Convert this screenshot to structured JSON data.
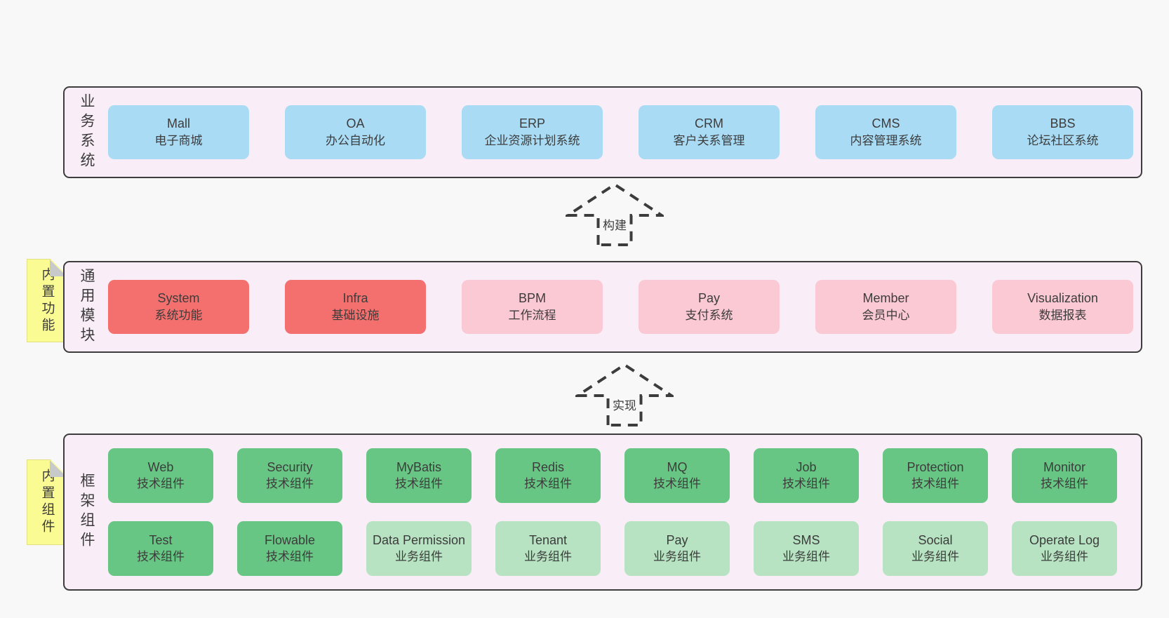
{
  "colors": {
    "page-bg": "#f8f8f8",
    "panel-bg": "#f9edf7",
    "panel-border": "#3d3d3d",
    "blue": "#a9dbf4",
    "red": "#f3706e",
    "pink": "#fbc9d3",
    "green": "#68c684",
    "green-light": "#b7e3c2",
    "note-bg": "#fbfb94",
    "note-fold": "#c8c9cb",
    "text": "#3c3c3c"
  },
  "arrows": {
    "build": "构建",
    "implement": "实现"
  },
  "business_layer": {
    "label": "业务系统",
    "boxes": [
      {
        "title": "Mall",
        "subtitle": "电子商城"
      },
      {
        "title": "OA",
        "subtitle": "办公自动化"
      },
      {
        "title": "ERP",
        "subtitle": "企业资源计划系统"
      },
      {
        "title": "CRM",
        "subtitle": "客户关系管理"
      },
      {
        "title": "CMS",
        "subtitle": "内容管理系统"
      },
      {
        "title": "BBS",
        "subtitle": "论坛社区系统"
      }
    ]
  },
  "module_layer": {
    "label": "通用模块",
    "note": "内置功能",
    "boxes": [
      {
        "title": "System",
        "subtitle": "系统功能"
      },
      {
        "title": "Infra",
        "subtitle": "基础设施"
      },
      {
        "title": "BPM",
        "subtitle": "工作流程"
      },
      {
        "title": "Pay",
        "subtitle": "支付系统"
      },
      {
        "title": "Member",
        "subtitle": "会员中心"
      },
      {
        "title": "Visualization",
        "subtitle": "数据报表"
      }
    ]
  },
  "component_layer": {
    "label": "框架组件",
    "note": "内置组件",
    "row1": [
      {
        "title": "Web",
        "subtitle": "技术组件"
      },
      {
        "title": "Security",
        "subtitle": "技术组件"
      },
      {
        "title": "MyBatis",
        "subtitle": "技术组件"
      },
      {
        "title": "Redis",
        "subtitle": "技术组件"
      },
      {
        "title": "MQ",
        "subtitle": "技术组件"
      },
      {
        "title": "Job",
        "subtitle": "技术组件"
      },
      {
        "title": "Protection",
        "subtitle": "技术组件"
      },
      {
        "title": "Monitor",
        "subtitle": "技术组件"
      }
    ],
    "row2": [
      {
        "title": "Test",
        "subtitle": "技术组件"
      },
      {
        "title": "Flowable",
        "subtitle": "技术组件"
      },
      {
        "title": "Data Permission",
        "subtitle": "业务组件"
      },
      {
        "title": "Tenant",
        "subtitle": "业务组件"
      },
      {
        "title": "Pay",
        "subtitle": "业务组件"
      },
      {
        "title": "SMS",
        "subtitle": "业务组件"
      },
      {
        "title": "Social",
        "subtitle": "业务组件"
      },
      {
        "title": "Operate Log",
        "subtitle": "业务组件"
      }
    ]
  }
}
